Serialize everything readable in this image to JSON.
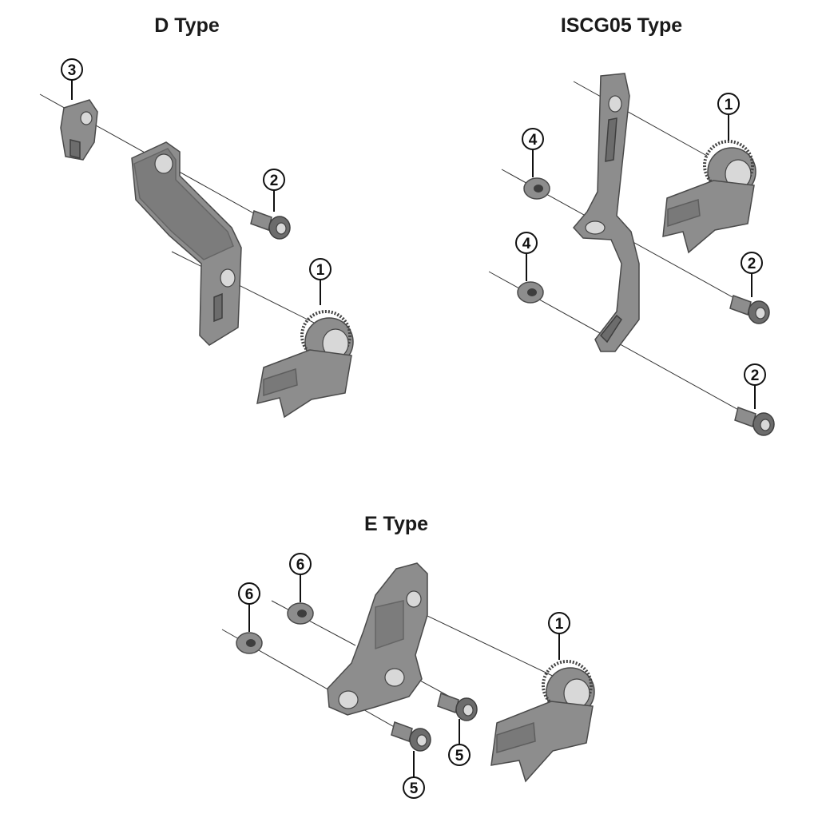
{
  "sections": [
    {
      "id": "d-type",
      "title": "D Type"
    },
    {
      "id": "iscg05-type",
      "title": "ISCG05 Type"
    },
    {
      "id": "e-type",
      "title": "E Type"
    }
  ],
  "callouts": {
    "d_type": [
      "3",
      "2",
      "1"
    ],
    "iscg05_type": [
      "1",
      "4",
      "2",
      "4",
      "2"
    ],
    "e_type": [
      "6",
      "6",
      "1",
      "5",
      "5"
    ]
  },
  "colors": {
    "part_fill": "#8d8d8d",
    "part_dark": "#6c6c6c",
    "line": "#111111",
    "background": "#ffffff"
  }
}
